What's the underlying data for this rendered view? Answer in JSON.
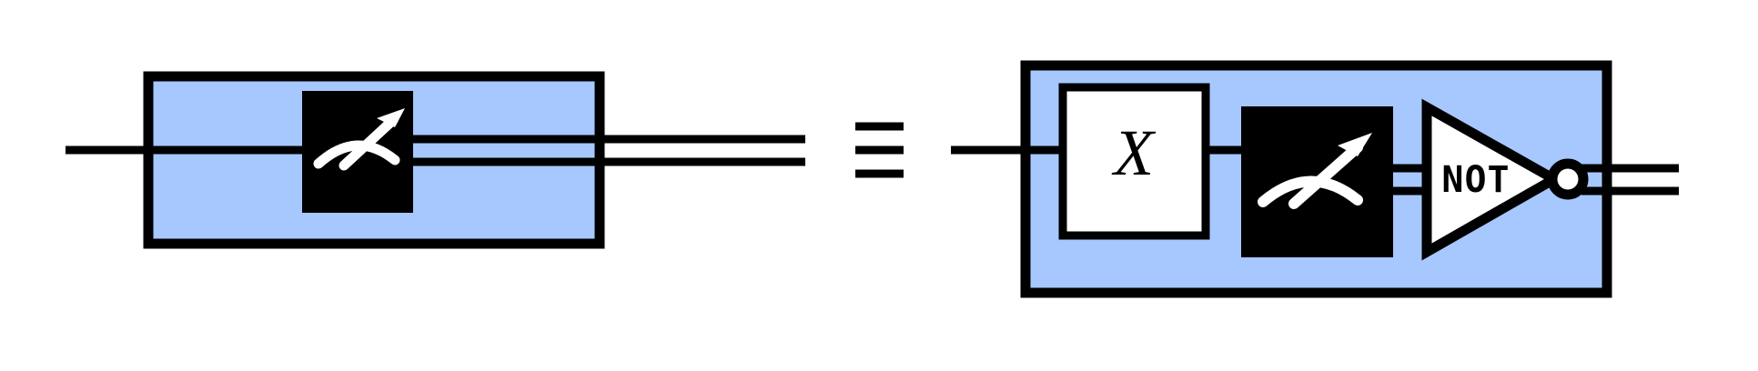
{
  "figure": {
    "kind": "quantum-circuit-identity-diagram",
    "background_color": "#ffffff",
    "stroke_color": "#000000",
    "region_fill_color": "#a6c8ff",
    "gate_dark_fill": "#000000",
    "gate_light_fill": "#ffffff",
    "equivalence_symbol": "≡"
  },
  "left_circuit": {
    "name": "measurement-only-circuit",
    "region_label": "",
    "gates": [
      {
        "id": "measure",
        "type": "measurement",
        "label": "",
        "icon": "measurement-meter-icon",
        "fill": "#000000",
        "symbol_color": "#ffffff"
      }
    ],
    "input_wire": {
      "type": "quantum",
      "lines": 1
    },
    "output_wire": {
      "type": "classical",
      "lines": 2
    }
  },
  "right_circuit": {
    "name": "x-measure-not-circuit",
    "region_label": "",
    "gates": [
      {
        "id": "x-gate",
        "type": "unitary",
        "label": "X",
        "icon": "x-gate-icon",
        "fill": "#ffffff",
        "symbol_color": "#000000"
      },
      {
        "id": "measure",
        "type": "measurement",
        "label": "",
        "icon": "measurement-meter-icon",
        "fill": "#000000",
        "symbol_color": "#ffffff"
      },
      {
        "id": "not-gate",
        "type": "classical-inverter",
        "label": "NOT",
        "icon": "not-gate-triangle-icon",
        "fill": "#ffffff",
        "symbol_color": "#000000",
        "has_inversion_bubble": true
      }
    ],
    "input_wire": {
      "type": "quantum",
      "lines": 1
    },
    "output_wire": {
      "type": "classical",
      "lines": 2
    }
  }
}
